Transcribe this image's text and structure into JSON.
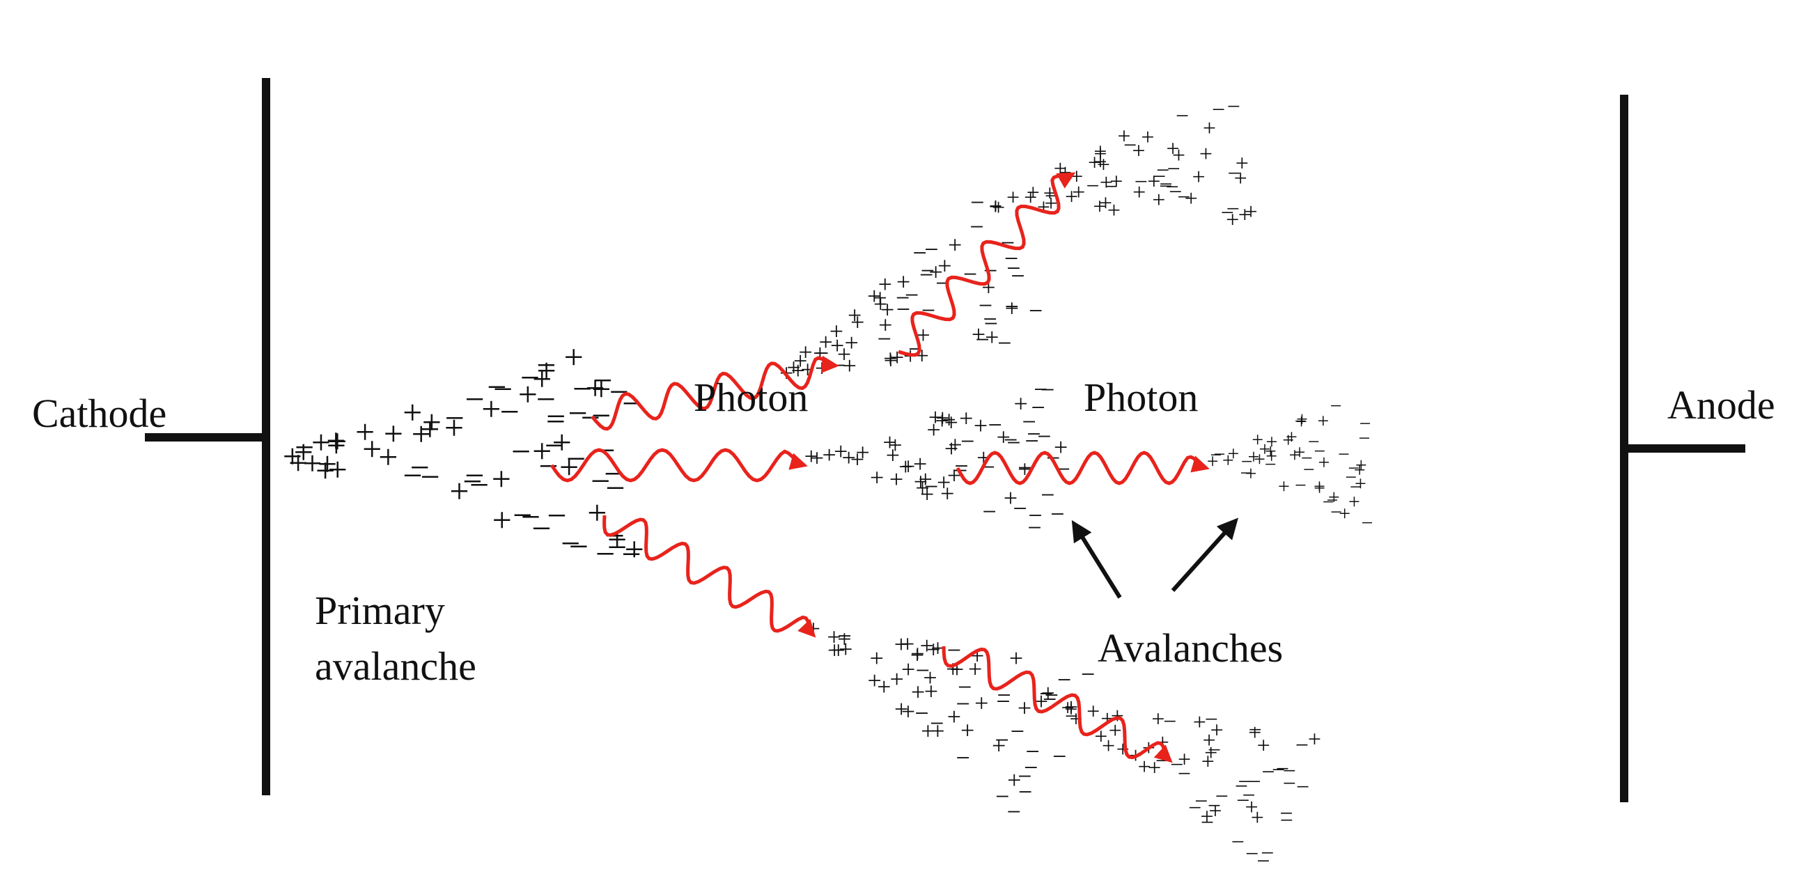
{
  "labels": {
    "cathode": "Cathode",
    "anode": "Anode",
    "photon_left": "Photon",
    "photon_right": "Photon",
    "primary_line1": "Primary",
    "primary_line2": "avalanche",
    "avalanches": "Avalanches"
  },
  "symbols": {
    "positive": "+",
    "negative": "−"
  },
  "colors": {
    "photon": "#e8231c",
    "ink": "#111111",
    "background": "#ffffff"
  }
}
